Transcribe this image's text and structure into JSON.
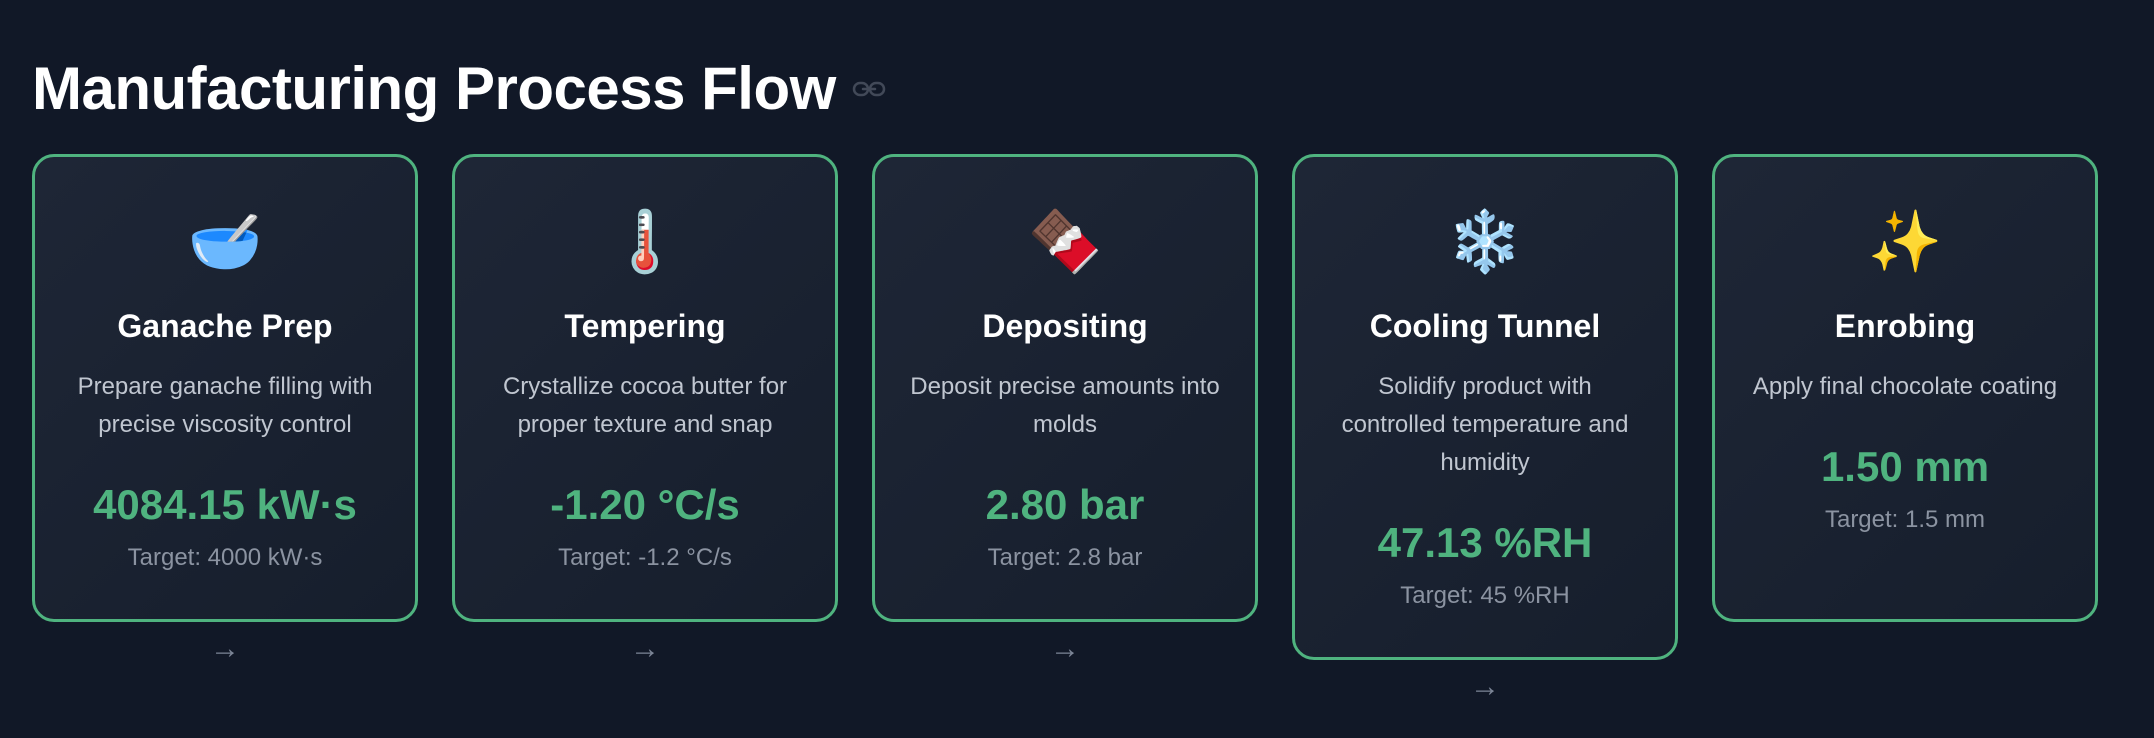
{
  "page": {
    "title": "Manufacturing Process Flow"
  },
  "colors": {
    "background": "#111827",
    "accent": "#4fb37f",
    "card_border": "#4fb37f",
    "muted_text": "#8b93a1"
  },
  "stages": [
    {
      "icon": "mixing-bowl-icon",
      "icon_glyph": "🥣",
      "title": "Ganache Prep",
      "description": "Prepare ganache filling with precise viscosity control",
      "value": "4084.15 kW·s",
      "target": "Target: 4000 kW·s",
      "arrow": "→"
    },
    {
      "icon": "thermometer-icon",
      "icon_glyph": "🌡️",
      "title": "Tempering",
      "description": "Crystallize cocoa butter for proper texture and snap",
      "value": "-1.20 °C/s",
      "target": "Target: -1.2 °C/s",
      "arrow": "→"
    },
    {
      "icon": "chocolate-bar-icon",
      "icon_glyph": "🍫",
      "title": "Depositing",
      "description": "Deposit precise amounts into molds",
      "value": "2.80 bar",
      "target": "Target: 2.8 bar",
      "arrow": "→"
    },
    {
      "icon": "snowflake-icon",
      "icon_glyph": "❄️",
      "title": "Cooling Tunnel",
      "description": "Solidify product with controlled temperature and humidity",
      "value": "47.13 %RH",
      "target": "Target: 45 %RH",
      "arrow": "→"
    },
    {
      "icon": "sparkles-icon",
      "icon_glyph": "✨",
      "title": "Enrobing",
      "description": "Apply final chocolate coating",
      "value": "1.50 mm",
      "target": "Target: 1.5 mm",
      "arrow": ""
    }
  ]
}
